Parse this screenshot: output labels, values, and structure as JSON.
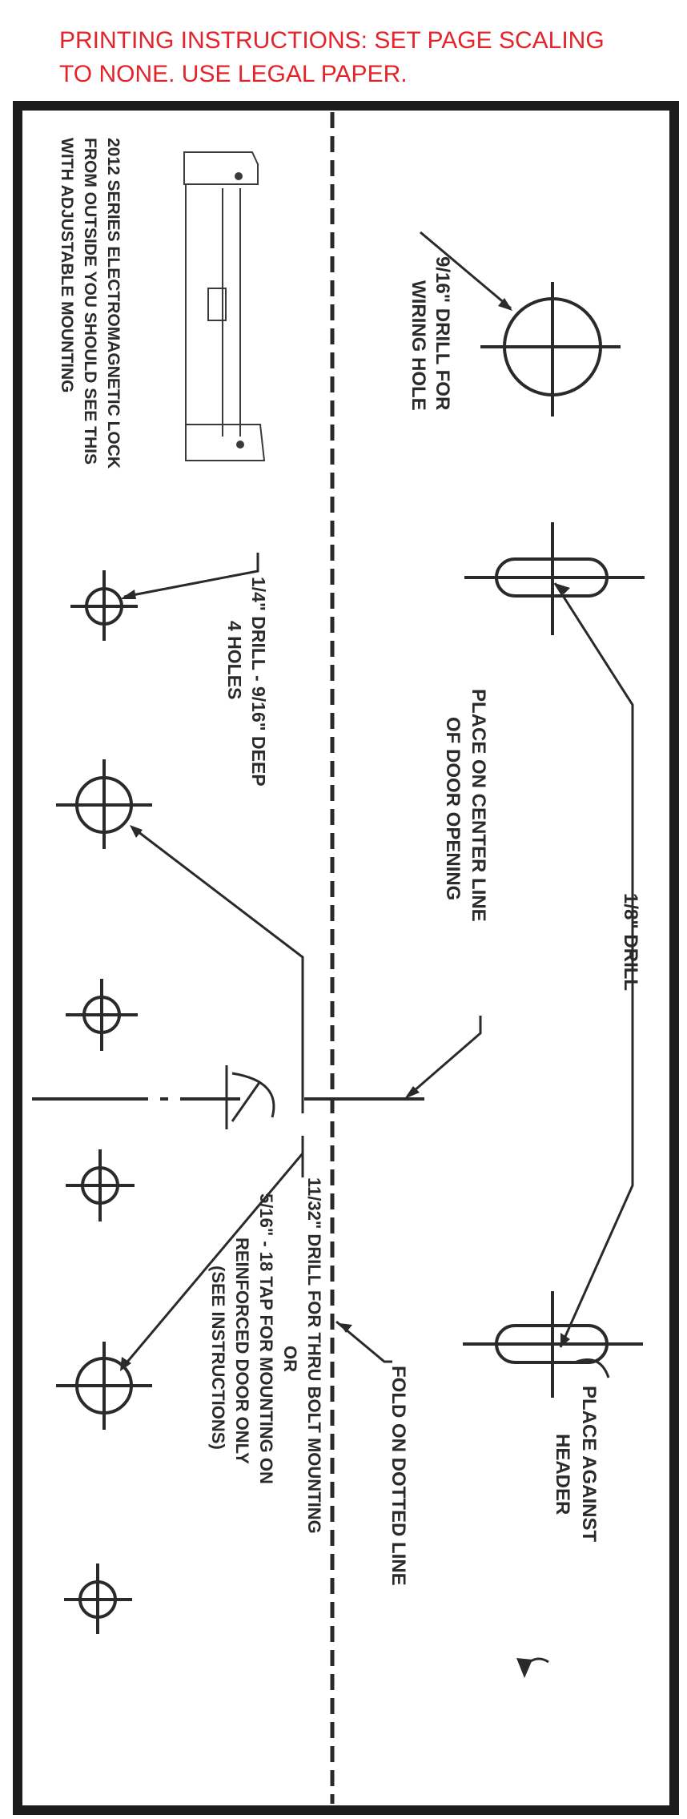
{
  "printing_instructions": {
    "line1": "PRINTING INSTRUCTIONS:  SET PAGE SCALING",
    "line2": "TO NONE.  USE LEGAL PAPER.",
    "color": "#e3242b"
  },
  "template": {
    "wiring_hole": {
      "line1": "9/16\" DRILL FOR",
      "line2": "WIRING HOLE"
    },
    "lock_note": {
      "line1": "2012 SERIES ELECTROMAGNETIC LOCK",
      "line2": "FROM OUTSIDE YOU SHOULD SEE THIS",
      "line3": "WITH ADJUSTABLE MOUNTING"
    },
    "quarter_drill": {
      "line1": "1/4\" DRILL - 9/16\" DEEP",
      "line2": "4 HOLES"
    },
    "center_line": {
      "line1": "PLACE ON CENTER LINE",
      "line2": "OF DOOR OPENING"
    },
    "eighth_drill": {
      "line1": "1/8\" DRILL"
    },
    "thru_bolt": {
      "line1": "11/32\" DRILL FOR THRU BOLT MOUNTING",
      "line2": "OR",
      "line3": "5/16\" - 18 TAP FOR MOUNTING ON",
      "line4": "REINFORCED DOOR ONLY",
      "line5": "(SEE INSTRUCTIONS)"
    },
    "fold_line": {
      "line1": "FOLD ON DOTTED LINE"
    },
    "header": {
      "line1": "PLACE AGAINST",
      "line2": "HEADER"
    },
    "ink_color": "#2a2a2a"
  }
}
